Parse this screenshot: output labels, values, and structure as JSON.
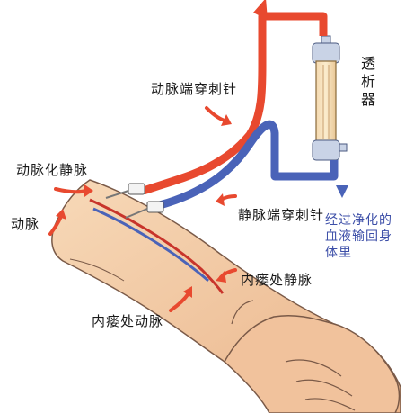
{
  "labels": {
    "arterial_needle": "动脉端穿刺针",
    "dialyzer": "透析器",
    "arterialized_vein": "动脉化静脉",
    "venous_needle": "静脉端穿刺针",
    "artery": "动脉",
    "purified_blood_return": "经过净化的血液输回身体里",
    "fistula_vein": "内瘘处静脉",
    "fistula_artery": "内瘘处动脉"
  },
  "colors": {
    "arterial_line": "#e8492f",
    "venous_line": "#4a63b8",
    "pointer_arrow": "#e8492f",
    "skin": "#f2c8a0",
    "dialyzer_cap": "#c9d3e6"
  },
  "icons": [
    "flow-arrow-icon",
    "pointer-arrow-icon",
    "needle-icon",
    "dialyzer-icon"
  ]
}
